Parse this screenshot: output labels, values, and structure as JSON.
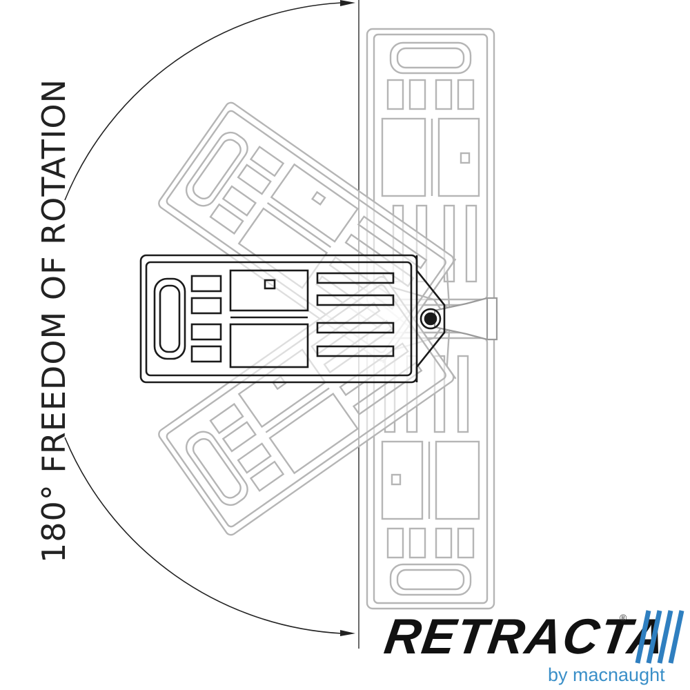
{
  "diagram": {
    "rotation_label": "180° FREEDOM OF ROTATION",
    "rotation_degrees": 180,
    "positions_shown": 5
  },
  "logo": {
    "brand": "RETRACTA",
    "registered_mark": "®",
    "tagline": "by macnaught",
    "colors": {
      "wordmark": "#111111",
      "tagline": "#3a8fc8",
      "stripes": "#2f7fc0"
    }
  },
  "colors": {
    "background": "#ffffff",
    "active_unit_stroke": "#1a1a1a",
    "ghost_unit_stroke": "#b5b5b5",
    "arc": "#222222"
  }
}
